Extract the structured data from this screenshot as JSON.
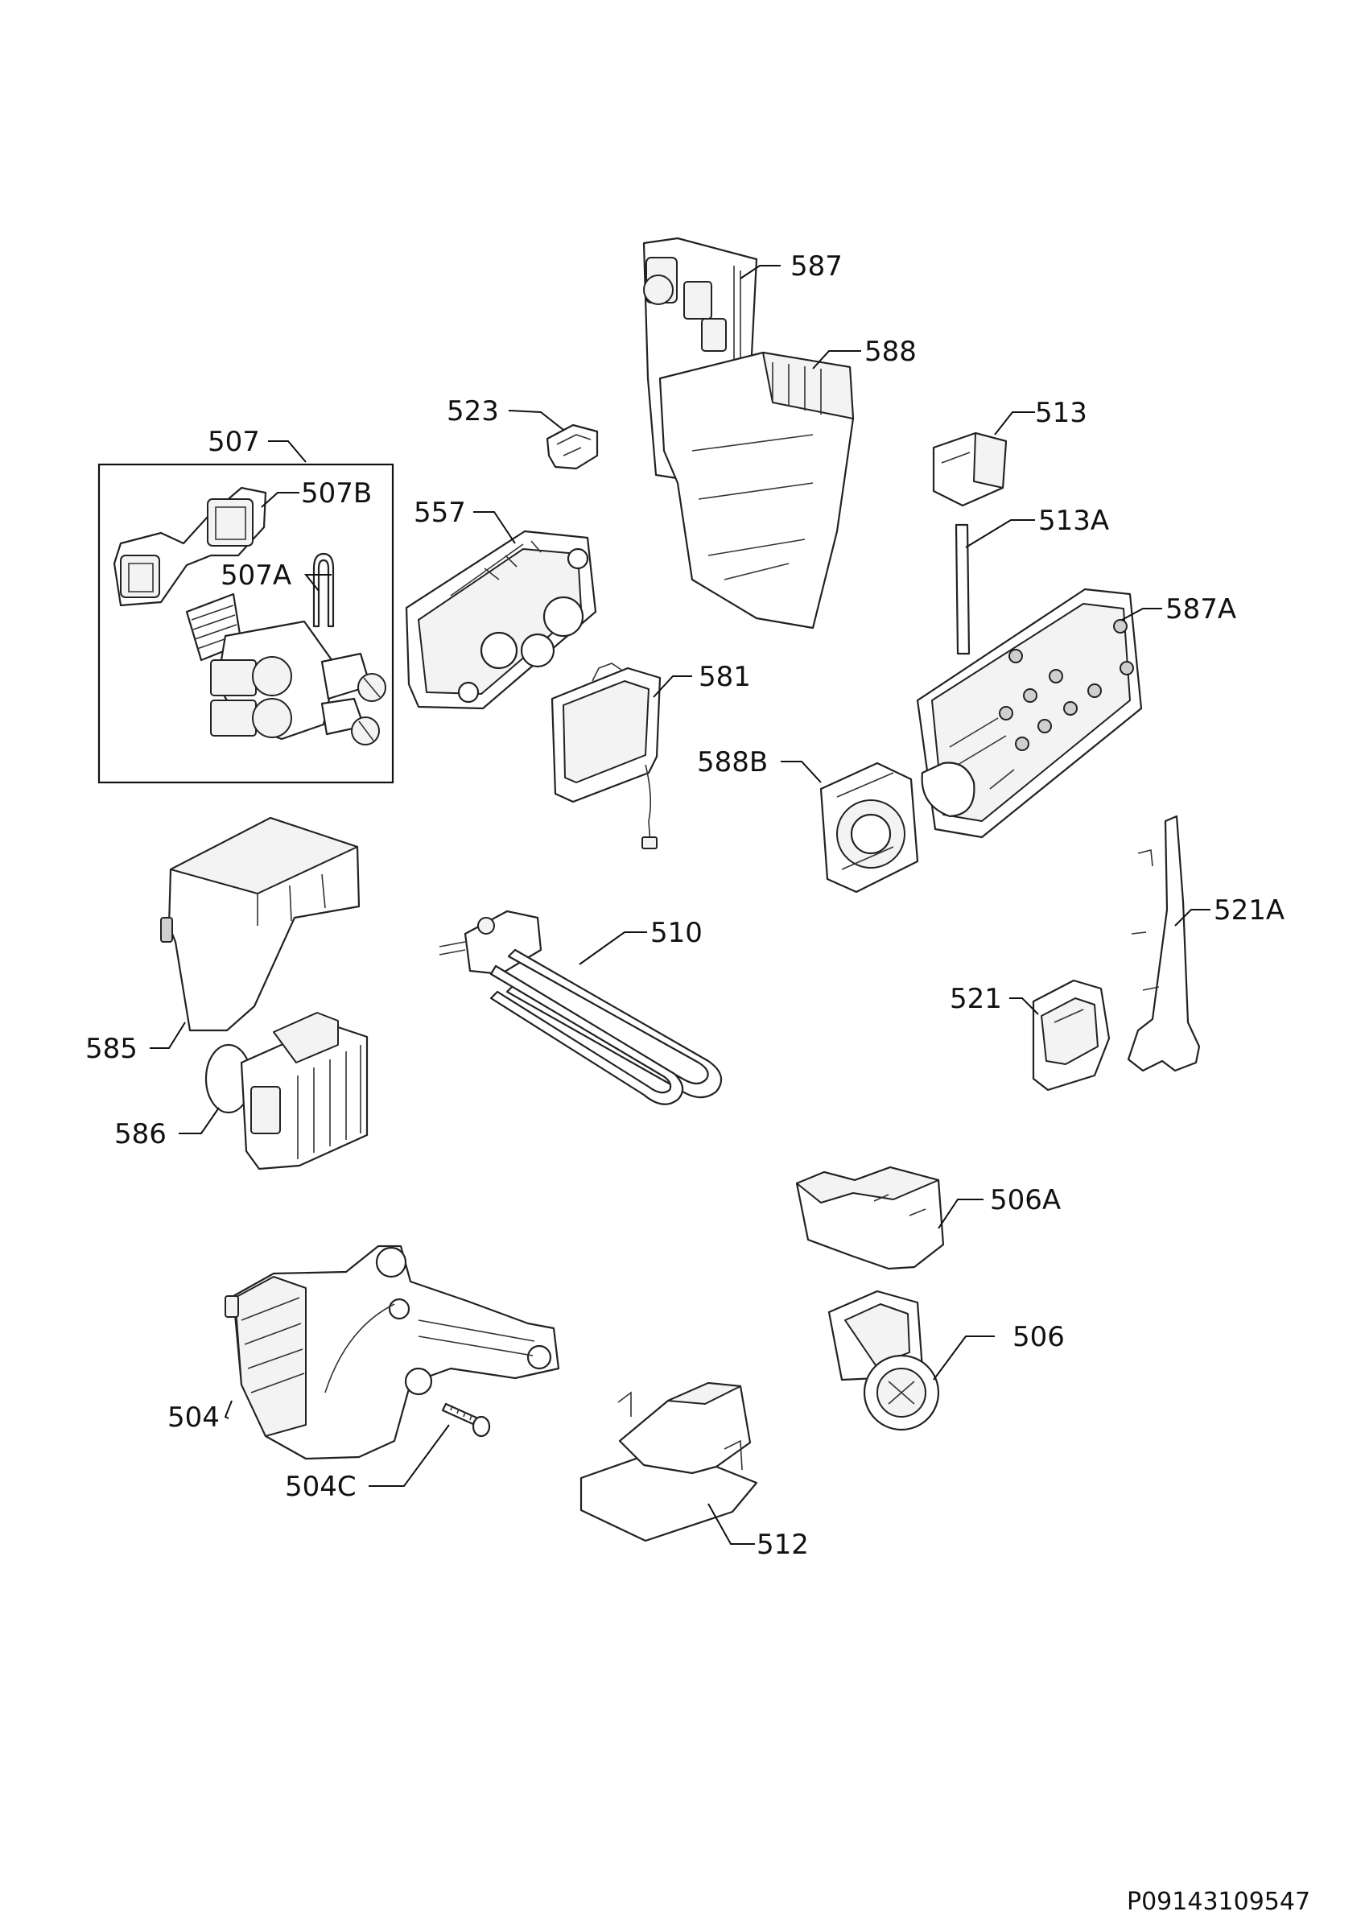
{
  "diagram": {
    "document_code": "P09143109547",
    "parts": [
      {
        "id": "p587",
        "label": "587"
      },
      {
        "id": "p588",
        "label": "588"
      },
      {
        "id": "p523",
        "label": "523"
      },
      {
        "id": "p513",
        "label": "513"
      },
      {
        "id": "p507",
        "label": "507"
      },
      {
        "id": "p507B",
        "label": "507B"
      },
      {
        "id": "p557",
        "label": "557"
      },
      {
        "id": "p513A",
        "label": "513A"
      },
      {
        "id": "p507A",
        "label": "507A"
      },
      {
        "id": "p587A",
        "label": "587A"
      },
      {
        "id": "p581",
        "label": "581"
      },
      {
        "id": "p588B",
        "label": "588B"
      },
      {
        "id": "p510",
        "label": "510"
      },
      {
        "id": "p521A",
        "label": "521A"
      },
      {
        "id": "p521",
        "label": "521"
      },
      {
        "id": "p585",
        "label": "585"
      },
      {
        "id": "p586",
        "label": "586"
      },
      {
        "id": "p506A",
        "label": "506A"
      },
      {
        "id": "p506",
        "label": "506"
      },
      {
        "id": "p504",
        "label": "504"
      },
      {
        "id": "p504C",
        "label": "504C"
      },
      {
        "id": "p512",
        "label": "512"
      }
    ]
  }
}
